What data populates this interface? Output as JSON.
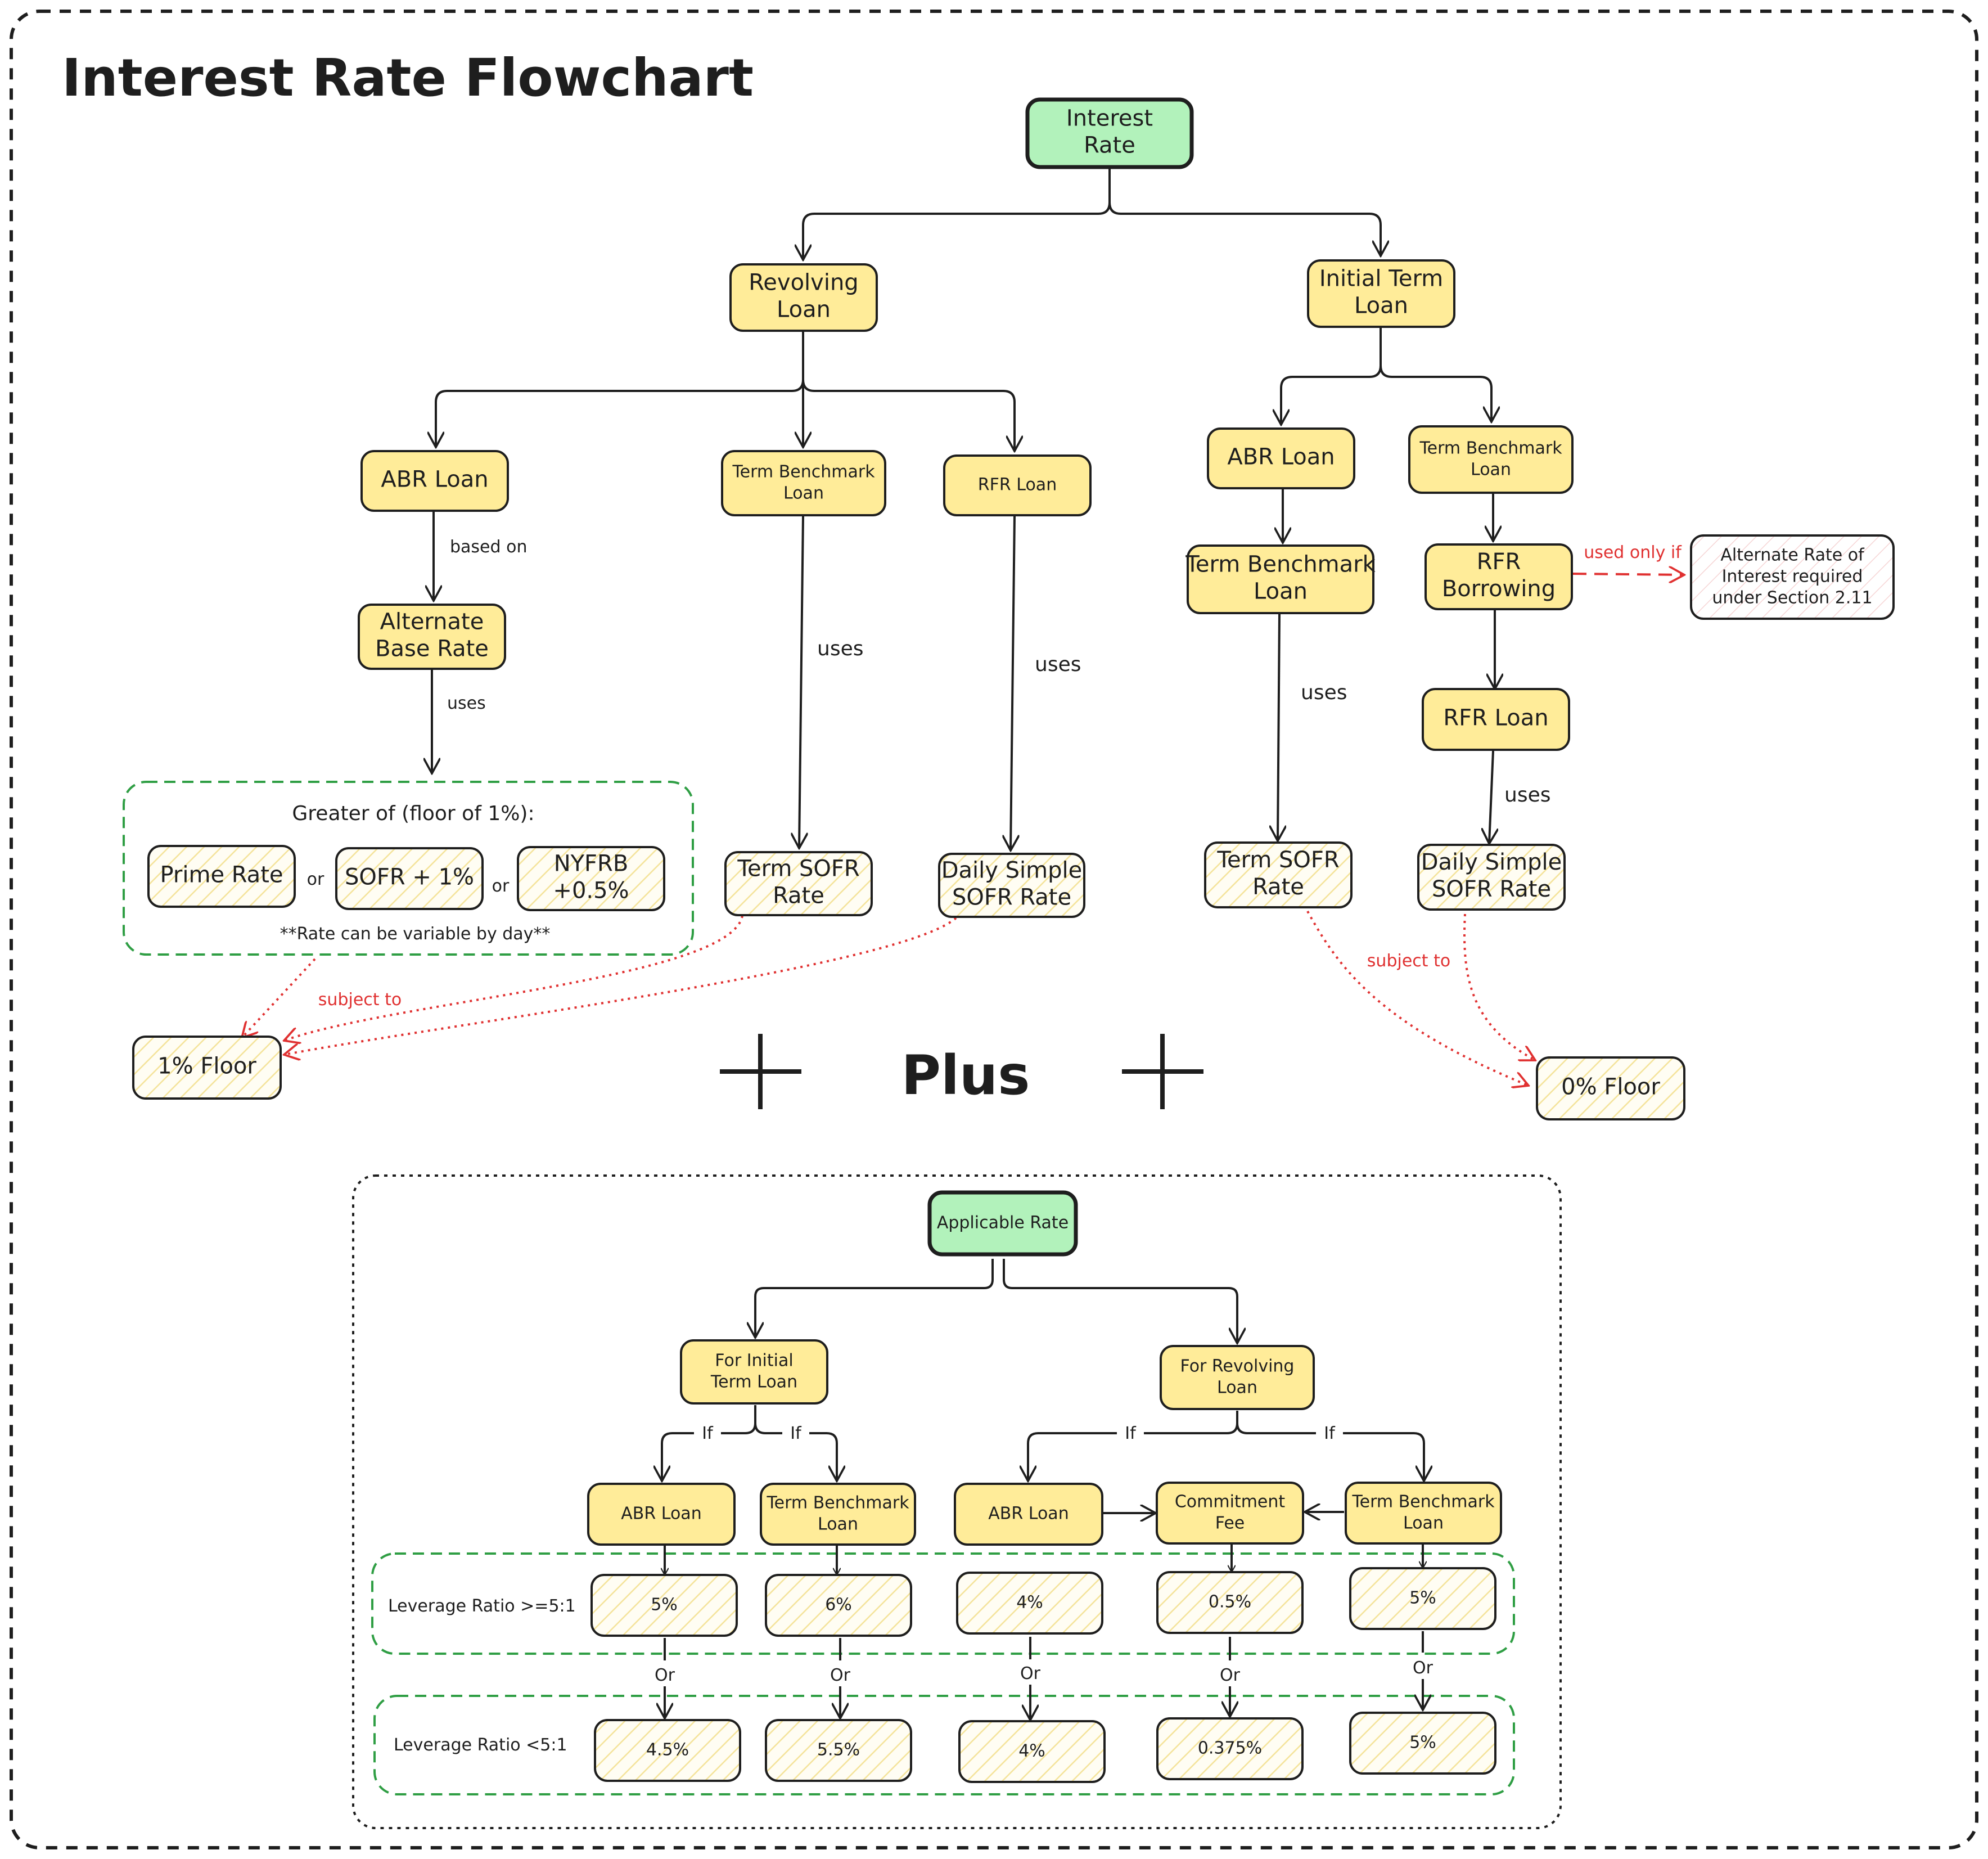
{
  "title": "Interest Rate Flowchart",
  "colors": {
    "green_box": "#b2f2bb",
    "yellow_box": "#ffec99",
    "hatch_line": "#f2e08c",
    "line": "#1e1e1e",
    "red": "#e03131",
    "green_dash": "#2f9e44",
    "pink_fill": "#fff5f5"
  },
  "nodes": {
    "interest_rate": [
      "Interest",
      "Rate"
    ],
    "revolving_loan": [
      "Revolving",
      "Loan"
    ],
    "initial_term_loan": [
      "Initial Term",
      "Loan"
    ],
    "rev_abr_loan": [
      "ABR Loan"
    ],
    "rev_term_benchmark_loan": [
      "Term Benchmark",
      "Loan"
    ],
    "rev_rfr_loan": [
      "RFR Loan"
    ],
    "alternate_base_rate": [
      "Alternate",
      "Base Rate"
    ],
    "term_sofr_rate_left": [
      "Term SOFR",
      "Rate"
    ],
    "daily_simple_sofr_left": [
      "Daily Simple",
      "SOFR Rate"
    ],
    "greater_of_title": "Greater of (floor of 1%):",
    "prime_rate": [
      "Prime Rate"
    ],
    "sofr_plus_1": [
      "SOFR + 1%"
    ],
    "nyfrb": [
      "NYFRB",
      "+0.5%"
    ],
    "or_1": "or",
    "or_2": "or",
    "variable_note": "**Rate can be variable by day**",
    "one_pct_floor": [
      "1% Floor"
    ],
    "term_abr_loan": [
      "ABR Loan"
    ],
    "term_term_benchmark_loan": [
      "Term Benchmark",
      "Loan"
    ],
    "term_term_benchmark_loan_2": [
      "Term Benchmark",
      "Loan"
    ],
    "rfr_borrowing": [
      "RFR",
      "Borrowing"
    ],
    "alternate_rate_of_interest": [
      "Alternate Rate of",
      "Interest required",
      "under Section 2.11"
    ],
    "term_rfr_loan": [
      "RFR Loan"
    ],
    "term_sofr_rate_right": [
      "Term SOFR",
      "Rate"
    ],
    "daily_simple_sofr_right": [
      "Daily Simple",
      "SOFR Rate"
    ],
    "zero_pct_floor": [
      "0% Floor"
    ],
    "applicable_rate": [
      "Applicable Rate"
    ],
    "for_initial_term_loan": [
      "For Initial",
      "Term Loan"
    ],
    "for_revolving_loan": [
      "For Revolving",
      "Loan"
    ],
    "app_abr_loan_1": [
      "ABR Loan"
    ],
    "app_term_benchmark_1": [
      "Term Benchmark",
      "Loan"
    ],
    "app_abr_loan_2": [
      "ABR Loan"
    ],
    "commitment_fee": [
      "Commitment",
      "Fee"
    ],
    "app_term_benchmark_2": [
      "Term Benchmark",
      "Loan"
    ],
    "leverage_high": "Leverage Ratio >=5:1",
    "leverage_low": "Leverage Ratio <5:1",
    "rate_high": [
      "5%",
      "6%",
      "4%",
      "0.5%",
      "5%"
    ],
    "rate_low": [
      "4.5%",
      "5.5%",
      "4%",
      "0.375%",
      "5%"
    ]
  },
  "labels": {
    "based_on": "based on",
    "uses_abr": "uses",
    "uses_tb_left": "uses",
    "uses_rfr_left": "uses",
    "uses_tb_right": "uses",
    "uses_rfr_right": "uses",
    "subject_to_left": "subject to",
    "subject_to_right": "subject to",
    "used_only_if": "used only if",
    "if_1": "If",
    "if_2": "If",
    "if_3": "If",
    "if_4": "If",
    "or_labels": [
      "Or",
      "Or",
      "Or",
      "Or",
      "Or"
    ]
  },
  "plus_text": "Plus"
}
